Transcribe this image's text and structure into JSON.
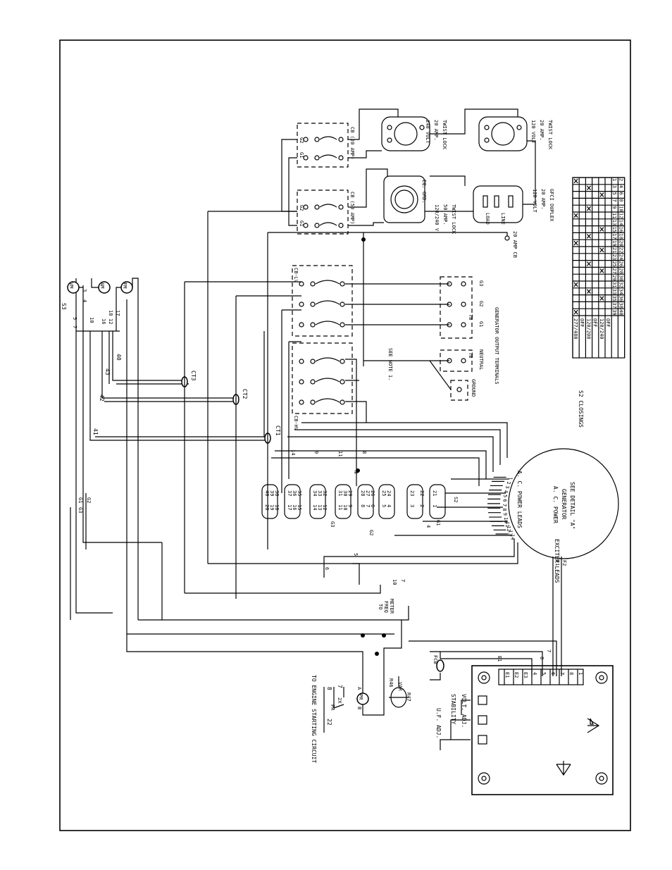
{
  "output_terminals": {
    "title": "GENERATOR OUTPUT TERMINALS",
    "g1": "G1",
    "g2": "G2",
    "g3": "G3",
    "tb": "TB",
    "tb2": "TB",
    "neutral": "NEUTRAL",
    "ground": "GROUND",
    "see_note": "SEE NOTE 1."
  },
  "breakers": {
    "cb_lv": "CB-LV",
    "cb_hv": "CB-HV",
    "ct1": "CT1",
    "ct2": "CT2",
    "ct3": "CT3",
    "cb20": "CB (20 AMP)",
    "cb50": "CB (50 AMP)",
    "g1": "G1",
    "g2": "G2",
    "cb20_gfci": "20 AMP CB"
  },
  "receptacles": {
    "r240": [
      "240 VOLT",
      "20 AMP.",
      "TWIST LOCK"
    ],
    "r120_twist": [
      "120 VOLT",
      "20 AMP.",
      "TWIST LOCK"
    ],
    "r120_240": [
      "120/240 V.",
      "50 AMP.",
      "TWIST LOCK"
    ],
    "gfci": [
      "120 VOLT",
      "20 AMP.",
      "GFCI DUPLEX"
    ],
    "eq_gnd": "EQ. GRD.",
    "load": "LOAD",
    "line": "LINE"
  },
  "s3": {
    "title": "S3",
    "left_pins": [
      "5",
      "7",
      "10",
      "16",
      "12"
    ],
    "right_pins": [
      "3",
      "4",
      "18",
      "17"
    ],
    "meters": [
      "VM",
      "AM",
      "FM"
    ]
  },
  "s2_table": {
    "caption": "S2 CLOSINGS",
    "header_top": [
      "1",
      "3",
      "5",
      "7",
      "9",
      "11",
      "13",
      "15",
      "17",
      "19",
      "21",
      "23",
      "25",
      "27",
      "29",
      "31",
      "33",
      "35",
      "37",
      "39"
    ],
    "header_bottom": [
      "2",
      "4",
      "6",
      "8",
      "10",
      "12",
      "14",
      "16",
      "18",
      "20",
      "22",
      "24",
      "26",
      "28",
      "30",
      "32",
      "34",
      "36",
      "38",
      "40"
    ],
    "rows": [
      {
        "label": "277/480",
        "marks": [
          1,
          0,
          0,
          0,
          0,
          1,
          0,
          0,
          0,
          1,
          0,
          0,
          0,
          0,
          0,
          1,
          0,
          0,
          0,
          1
        ]
      },
      {
        "label": "OFF",
        "marks": [
          0,
          0,
          0,
          0,
          0,
          0,
          0,
          0,
          0,
          0,
          0,
          0,
          0,
          0,
          0,
          0,
          0,
          0,
          0,
          0
        ]
      },
      {
        "label": "120/208",
        "marks": [
          0,
          1,
          0,
          0,
          1,
          0,
          0,
          0,
          1,
          0,
          0,
          0,
          1,
          0,
          0,
          0,
          1,
          0,
          0,
          0
        ]
      },
      {
        "label": "OFF",
        "marks": [
          0,
          0,
          0,
          0,
          0,
          0,
          0,
          0,
          0,
          0,
          0,
          0,
          0,
          0,
          0,
          0,
          0,
          0,
          0,
          0
        ]
      },
      {
        "label": "120/240",
        "marks": [
          0,
          0,
          1,
          0,
          0,
          0,
          0,
          1,
          0,
          0,
          1,
          0,
          0,
          1,
          0,
          0,
          0,
          1,
          0,
          0
        ]
      },
      {
        "label": "OFF",
        "marks": [
          0,
          0,
          0,
          0,
          0,
          0,
          0,
          0,
          0,
          0,
          0,
          0,
          0,
          0,
          0,
          0,
          0,
          0,
          0,
          0
        ]
      }
    ]
  },
  "generator": {
    "title": [
      "A. C. POWER",
      "GENERATOR",
      "SEE DETAIL \"A\""
    ],
    "power_leads": "A. C. POWER LEADS",
    "exciter_leads": "EXCITER LEADS",
    "lead_numbers": [
      "14",
      "13",
      "12",
      "11",
      "10",
      "9",
      "8",
      "7",
      "6",
      "5",
      "4",
      "3",
      "2",
      "1"
    ],
    "f1": "F1",
    "f2": "F2"
  },
  "terminal_block": {
    "top_row": [
      "40",
      "39",
      "38",
      "37",
      "36",
      "35",
      "34",
      "33",
      "32",
      "31",
      "30",
      "29",
      "28",
      "27",
      "26",
      "25",
      "24",
      "23",
      "22",
      "21"
    ],
    "mid_row": [
      "20",
      "19",
      "18",
      "17",
      "16",
      "15",
      "14",
      "13",
      "12",
      "11",
      "10",
      "9",
      "8",
      "7",
      "6",
      "5",
      "4",
      "3",
      "2",
      "1"
    ],
    "s2": "S2",
    "g1": "G1",
    "g2": "G2",
    "g3": "G3"
  },
  "wire_labels": {
    "n": "N",
    "w40": "40",
    "w41": "41",
    "w42": "42",
    "w43": "43",
    "w14": "14",
    "w9": "9",
    "w11": "11",
    "w8": "8",
    "w5": "5",
    "w6": "6",
    "w4": "4",
    "w7": "7",
    "w10": "10",
    "g1": "G1",
    "g2": "G2",
    "g3": "G3"
  },
  "regulator": {
    "fcb": "FCB",
    "to_freq_meter": [
      "TO",
      "FREQ",
      "METER"
    ],
    "r46": "R46",
    "r47": "R47",
    "var": "VAR",
    "pr": "PR",
    "engine_circuit": "TO ENGINE STARTING CIRCUIT",
    "num22": "22",
    "num8": "8",
    "num7": "7",
    "num2x": "2X",
    "a": "A",
    "b": "B",
    "uf_adj": "U.F. ADJ.",
    "stability": "STABILITY",
    "volt_adj": "VOLT. ADJ.",
    "e1": "E1",
    "e8": "8",
    "e7": "7",
    "terminals": [
      "E1",
      "E2",
      "E3",
      "4",
      "5",
      "6",
      "7",
      "8",
      "1"
    ]
  }
}
